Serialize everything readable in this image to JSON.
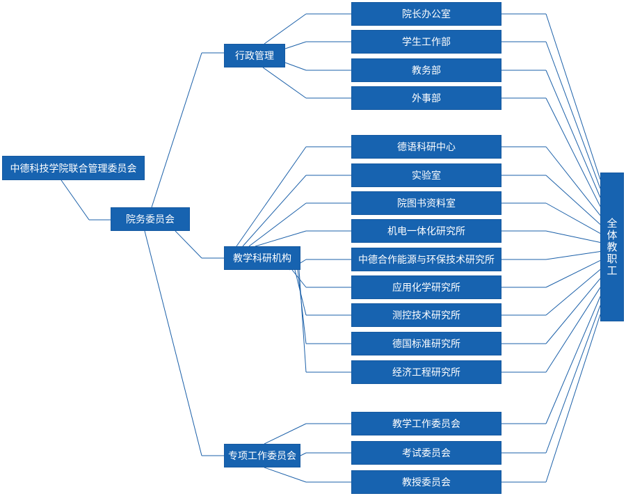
{
  "root": "中德科技学院联合管理委员会",
  "council": "院务委员会",
  "groups": [
    {
      "label": "行政管理",
      "units": [
        "院长办公室",
        "学生工作部",
        "教务部",
        "外事部"
      ]
    },
    {
      "label": "教学科研机构",
      "units": [
        "德语科研中心",
        "实验室",
        "院图书资料室",
        "机电一体化研究所",
        "中德合作能源与环保技术研究所",
        "应用化学研究所",
        "测控技术研究所",
        "德国标准研究所",
        "经济工程研究所"
      ]
    },
    {
      "label": "专项工作委员会",
      "units": [
        "教学工作委员会",
        "考试委员会",
        "教授委员会"
      ]
    }
  ],
  "staff": "全体教职工",
  "colors": {
    "box": "#1763b0",
    "line": "#1a5fa8",
    "text": "#ffffff"
  }
}
